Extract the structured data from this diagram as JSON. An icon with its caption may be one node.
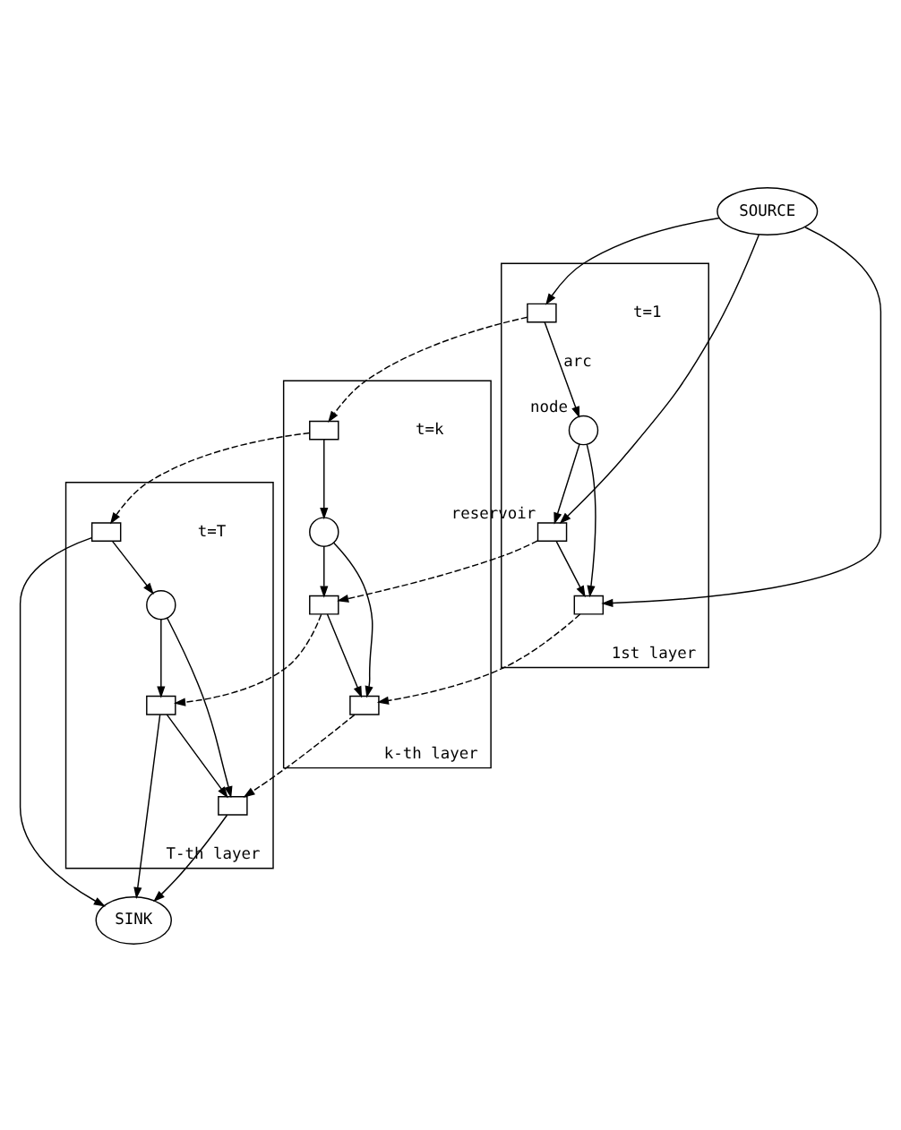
{
  "diagram": {
    "nodes": [
      {
        "text": [
          "SOURCE"
        ]
      },
      {
        "text": [
          "1st layer"
        ],
        "beside": [
          "t=1"
        ]
      },
      {
        "text": [],
        "shape": "box",
        "in": 1
      },
      {
        "text": [],
        "shape": "circle",
        "in": 1,
        "beside": [
          "node"
        ]
      },
      {
        "text": [],
        "shape": "box",
        "in": 1,
        "beside": [
          "reservoir"
        ]
      },
      {
        "text": [],
        "shape": "box",
        "in": 1
      },
      {
        "text": [
          "k-th layer"
        ],
        "beside": [
          "t=k"
        ]
      },
      {
        "text": [],
        "shape": "box",
        "in": 6
      },
      {
        "text": [],
        "shape": "circle",
        "in": 6
      },
      {
        "text": [],
        "shape": "box",
        "in": 6
      },
      {
        "text": [],
        "shape": "box",
        "in": 6
      },
      {
        "text": [
          "T-th layer"
        ],
        "beside": [
          "t=T"
        ]
      },
      {
        "text": [],
        "shape": "box",
        "in": 11
      },
      {
        "text": [],
        "shape": "circle",
        "in": 11
      },
      {
        "text": [],
        "shape": "box",
        "in": 11
      },
      {
        "text": [],
        "shape": "box",
        "in": 11
      },
      {
        "text": [
          "SINK"
        ]
      }
    ],
    "edges": [
      {
        "from": 0,
        "to": 2,
        "arrow": "to"
      },
      {
        "from": 0,
        "to": 5,
        "arrow": "to"
      },
      {
        "from": 0,
        "to": 4,
        "arrow": "to"
      },
      {
        "from": 2,
        "to": 3,
        "arrow": "to",
        "label": "arc"
      },
      {
        "from": 3,
        "to": 4,
        "arrow": "to"
      },
      {
        "from": 3,
        "to": 5,
        "arrow": "to"
      },
      {
        "from": 4,
        "to": 5,
        "arrow": "to"
      },
      {
        "from": 2,
        "to": 7,
        "arrow": "to",
        "style": "dashed"
      },
      {
        "from": 4,
        "to": 9,
        "arrow": "to",
        "style": "dashed"
      },
      {
        "from": 5,
        "to": 10,
        "arrow": "to",
        "style": "dashed"
      },
      {
        "from": 7,
        "to": 8,
        "arrow": "to"
      },
      {
        "from": 8,
        "to": 9,
        "arrow": "to"
      },
      {
        "from": 8,
        "to": 10,
        "arrow": "to"
      },
      {
        "from": 9,
        "to": 10,
        "arrow": "to"
      },
      {
        "from": 7,
        "to": 12,
        "arrow": "to",
        "style": "dashed"
      },
      {
        "from": 9,
        "to": 14,
        "arrow": "to",
        "style": "dashed"
      },
      {
        "from": 10,
        "to": 15,
        "arrow": "to",
        "style": "dashed"
      },
      {
        "from": 12,
        "to": 13,
        "arrow": "to"
      },
      {
        "from": 13,
        "to": 14,
        "arrow": "to"
      },
      {
        "from": 13,
        "to": 15,
        "arrow": "to"
      },
      {
        "from": 14,
        "to": 15,
        "arrow": "to"
      },
      {
        "from": 12,
        "to": 16,
        "arrow": "to"
      },
      {
        "from": 15,
        "to": 16,
        "arrow": "to"
      },
      {
        "from": 14,
        "to": 16,
        "arrow": "to"
      }
    ]
  }
}
